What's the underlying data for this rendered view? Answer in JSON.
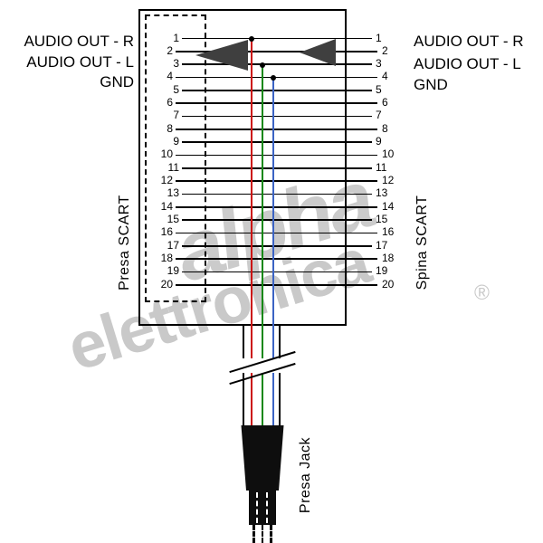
{
  "watermark": {
    "logo_text": "alpha",
    "wordmark": "elettronica",
    "registered": "®"
  },
  "left_connector": {
    "label": "Presa SCART",
    "signals": [
      "AUDIO OUT - R",
      "AUDIO OUT - L",
      "GND"
    ],
    "pins": [
      "1",
      "2",
      "3",
      "4",
      "5",
      "6",
      "7",
      "8",
      "9",
      "10",
      "11",
      "12",
      "13",
      "14",
      "15",
      "16",
      "17",
      "18",
      "19",
      "20"
    ]
  },
  "right_connector": {
    "label": "Spina SCART",
    "signals": [
      "AUDIO OUT - R",
      "AUDIO OUT - L",
      "GND"
    ],
    "pins": [
      "1",
      "2",
      "3",
      "4",
      "5",
      "6",
      "7",
      "8",
      "9",
      "10",
      "11",
      "12",
      "13",
      "14",
      "15",
      "16",
      "17",
      "18",
      "19",
      "20"
    ]
  },
  "jack": {
    "label": "Presa Jack"
  },
  "wires": [
    {
      "name": "audio-right-wire",
      "color": "#cc1111",
      "from_pin": "1"
    },
    {
      "name": "audio-left-wire",
      "color": "#118811",
      "from_pin": "3"
    },
    {
      "name": "gnd-wire",
      "color": "#3b63c4",
      "from_pin": "4"
    }
  ],
  "cable_edge_color": "#000000"
}
